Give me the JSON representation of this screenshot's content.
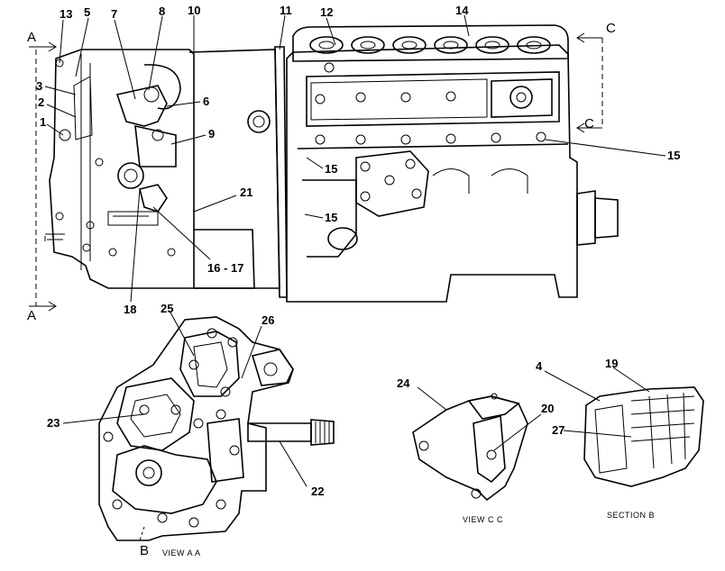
{
  "callouts": [
    "1",
    "2",
    "3",
    "4",
    "5",
    "6",
    "7",
    "8",
    "9",
    "10",
    "11",
    "12",
    "13",
    "14",
    "15",
    "15",
    "15",
    "15",
    "16 - 17",
    "18",
    "19",
    "20",
    "21",
    "22",
    "23",
    "24",
    "25",
    "26",
    "27"
  ],
  "section_letters": {
    "a_top": "A",
    "a_bottom": "A",
    "c_top": "C",
    "c_bottom": "C",
    "b": "B"
  },
  "captions": {
    "view_aa": "VIEW A A",
    "view_cc": "VIEW C C",
    "section_b": "SECTION B"
  }
}
